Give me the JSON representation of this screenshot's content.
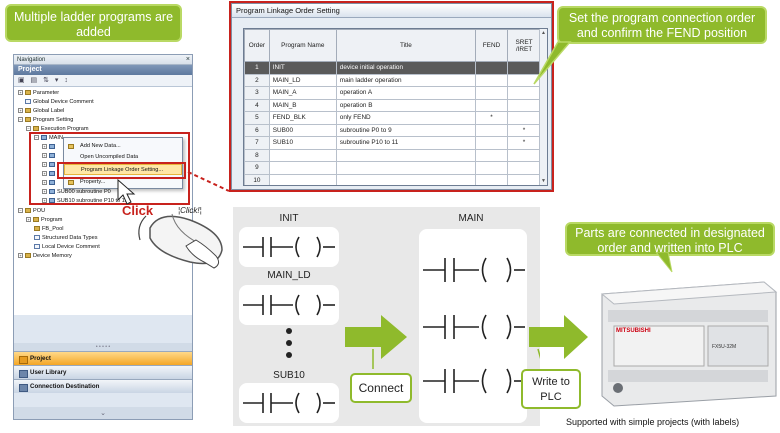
{
  "callouts": {
    "multiple_programs": "Multiple ladder programs are added",
    "set_order": "Set the program connection order and confirm the FEND position",
    "parts_connected": "Parts are connected in designated order and written into PLC"
  },
  "navigation": {
    "window_title": "Navigation",
    "project_header": "Project",
    "tree": [
      {
        "label": "Parameter",
        "level": 0
      },
      {
        "label": "Global Device Comment",
        "level": 0
      },
      {
        "label": "Global Label",
        "level": 0
      },
      {
        "label": "Program Setting",
        "level": 0
      },
      {
        "label": "Execution Program",
        "level": 1
      },
      {
        "label": "MAIN",
        "level": 2
      },
      {
        "label": "SUB00 subroutine P0",
        "level": 2
      },
      {
        "label": "SUB10 subroutine P10 to 11",
        "level": 2
      },
      {
        "label": "POU",
        "level": 0
      },
      {
        "label": "Program",
        "level": 1
      },
      {
        "label": "FB_Pool",
        "level": 1
      },
      {
        "label": "Structured Data Types",
        "level": 1
      },
      {
        "label": "Local Device Comment",
        "level": 1
      },
      {
        "label": "Device Memory",
        "level": 0
      }
    ],
    "context_menu": [
      "Add New Data...",
      "Open Uncompiled Data",
      "Program Linkage Order Setting...",
      "Property..."
    ],
    "bottom_buttons": [
      "Project",
      "User Library",
      "Connection Destination"
    ],
    "click_label": "Click",
    "click_sound": "Click!"
  },
  "linkage_window": {
    "title": "Program Linkage Order Setting",
    "columns": [
      "Order",
      "Program Name",
      "Title",
      "FEND",
      "SRET /IRET"
    ],
    "rows": [
      {
        "order": "1",
        "name": "INIT",
        "title": "device initial operation",
        "fend": "",
        "sret": ""
      },
      {
        "order": "2",
        "name": "MAIN_LD",
        "title": "main ladder operation",
        "fend": "",
        "sret": ""
      },
      {
        "order": "3",
        "name": "MAIN_A",
        "title": "operation A",
        "fend": "",
        "sret": ""
      },
      {
        "order": "4",
        "name": "MAIN_B",
        "title": "operation B",
        "fend": "",
        "sret": ""
      },
      {
        "order": "5",
        "name": "FEND_BLK",
        "title": "only FEND",
        "fend": "*",
        "sret": ""
      },
      {
        "order": "6",
        "name": "SUB00",
        "title": "subroutine P0 to 9",
        "fend": "",
        "sret": "*"
      },
      {
        "order": "7",
        "name": "SUB10",
        "title": "subroutine P10 to 11",
        "fend": "",
        "sret": "*"
      },
      {
        "order": "8",
        "name": "",
        "title": "",
        "fend": "",
        "sret": ""
      },
      {
        "order": "9",
        "name": "",
        "title": "",
        "fend": "",
        "sret": ""
      },
      {
        "order": "10",
        "name": "",
        "title": "",
        "fend": "",
        "sret": ""
      }
    ]
  },
  "ladder": {
    "programs": [
      "INIT",
      "MAIN_LD",
      "SUB10"
    ],
    "main_label": "MAIN",
    "connect_label": "Connect",
    "write_label": "Write to PLC"
  },
  "plc": {
    "brand": "MITSUBISHI",
    "model": "FX5U-32M"
  },
  "footnote": "Supported with simple projects (with labels)",
  "colors": {
    "accent_green": "#8fba2c",
    "highlight_red": "#c8221d",
    "selected_row": "#5a5a5a"
  }
}
